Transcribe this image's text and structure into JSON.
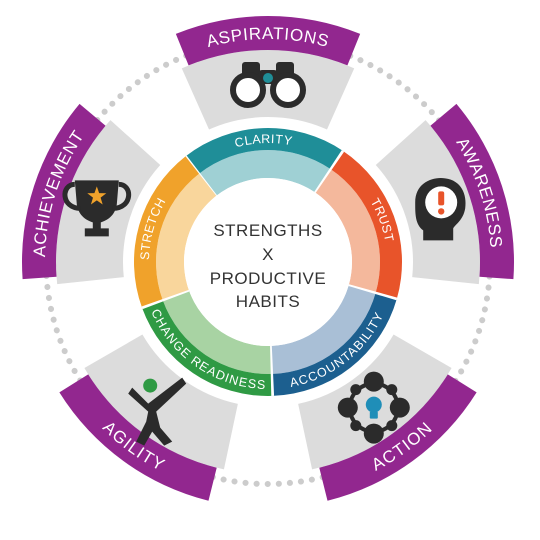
{
  "center": {
    "line1": "STRENGTHS",
    "line2": "X",
    "line3": "PRODUCTIVE",
    "line4": "HABITS"
  },
  "outer_stages": [
    {
      "label": "ASPIRATIONS",
      "icon": "binoculars-icon"
    },
    {
      "label": "AWARENESS",
      "icon": "head-exclamation-icon"
    },
    {
      "label": "ACTION",
      "icon": "team-lightbulb-icon"
    },
    {
      "label": "AGILITY",
      "icon": "leaping-person-icon"
    },
    {
      "label": "ACHIEVEMENT",
      "icon": "trophy-star-icon"
    }
  ],
  "ring_segments": [
    {
      "label": "CLARITY",
      "color": "#1f8e98",
      "light_color": "#9fd0d4"
    },
    {
      "label": "TRUST",
      "color": "#e8542a",
      "light_color": "#f4b89c"
    },
    {
      "label": "ACCOUNTABILITY",
      "color": "#1c5f8f",
      "light_color": "#a9bfd6"
    },
    {
      "label": "CHANGE READINESS",
      "color": "#2f9a44",
      "light_color": "#a8d3a3"
    },
    {
      "label": "STRETCH",
      "color": "#f0a22b",
      "light_color": "#f9d69c"
    }
  ],
  "colors": {
    "band": "#92278f",
    "panel": "#dcdcdc",
    "icon": "#2b2b2b",
    "arrow": "#cccccc"
  }
}
